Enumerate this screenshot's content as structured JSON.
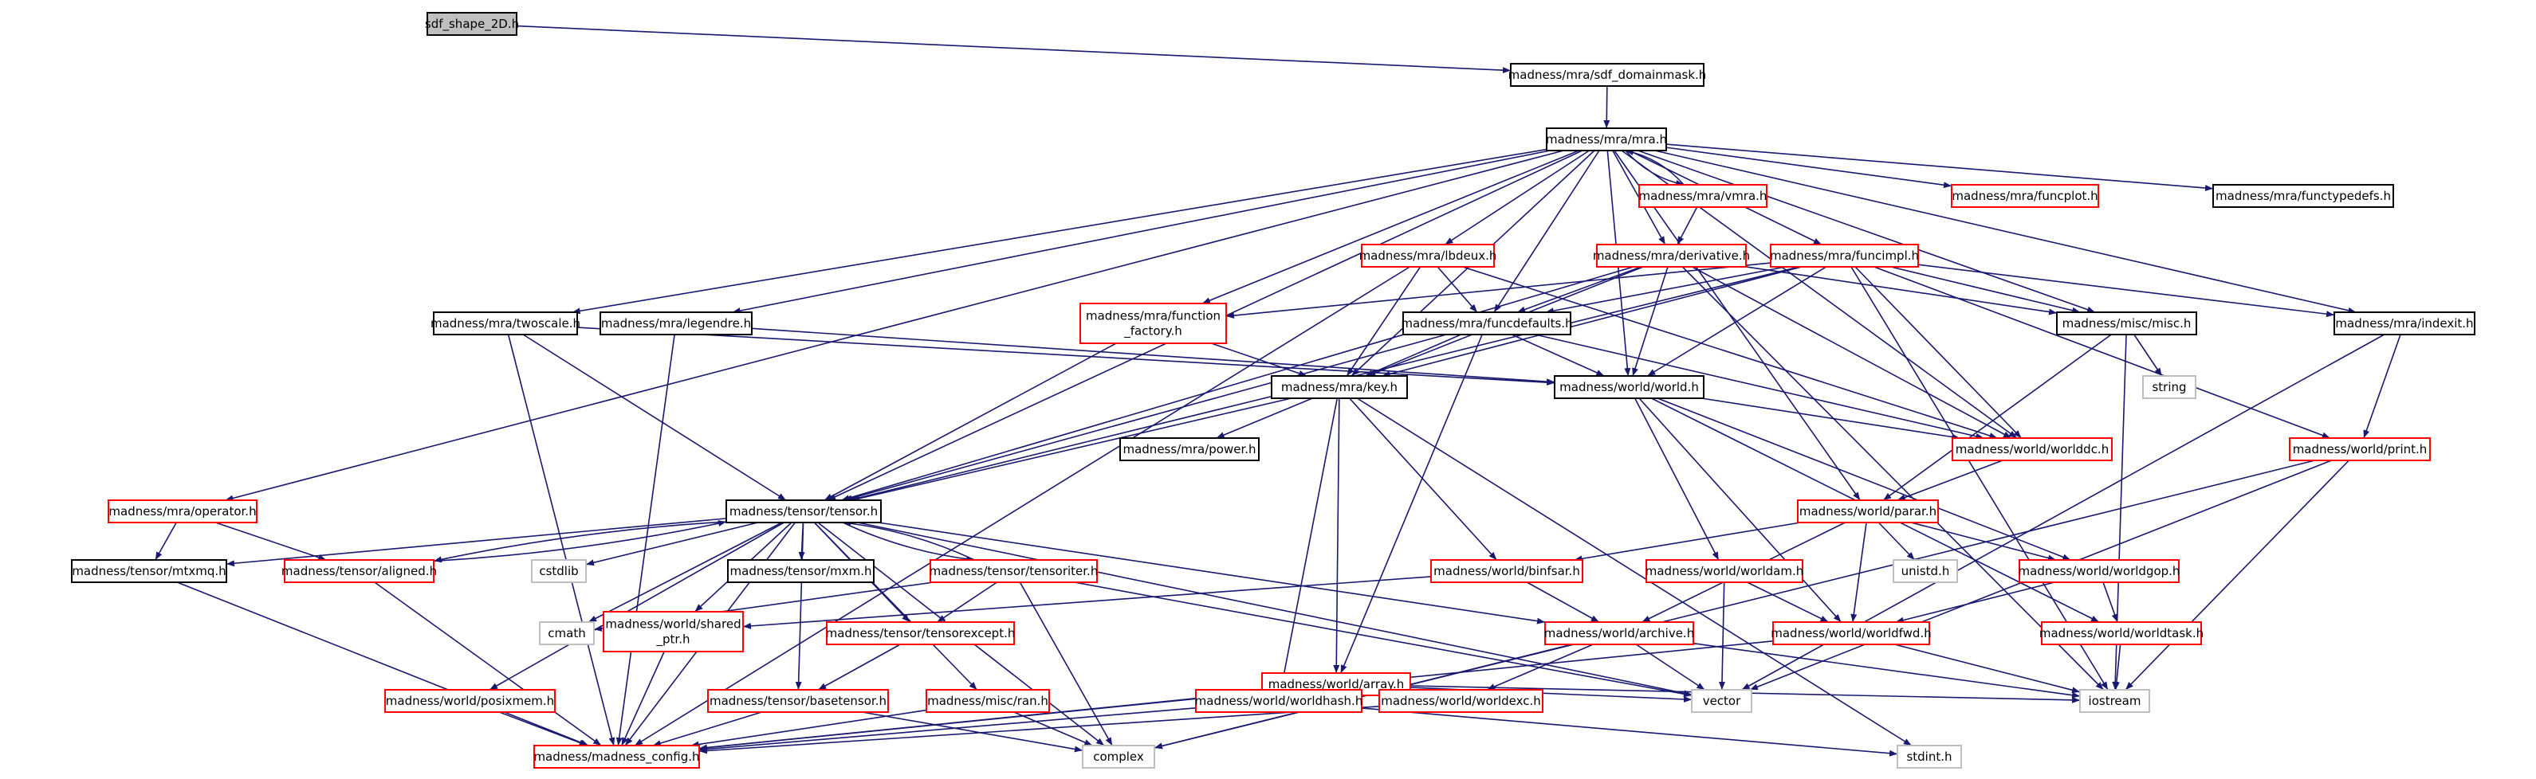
{
  "diagram": {
    "type": "include-dependency-graph",
    "colors": {
      "edge": "#191970",
      "documented_border": "#000000",
      "undocumented_border": "#ff0000",
      "external_border": "#bfbfbf",
      "root_fill": "#bfbfbf"
    },
    "nodes": [
      {
        "id": "sdf",
        "lines": [
          "sdf_shape_2D.h"
        ],
        "kind": "root"
      },
      {
        "id": "domainmask",
        "lines": [
          "madness/mra/sdf_domainmask.h"
        ],
        "kind": "black"
      },
      {
        "id": "mra",
        "lines": [
          "madness/mra/mra.h"
        ],
        "kind": "black"
      },
      {
        "id": "vmra",
        "lines": [
          "madness/mra/vmra.h"
        ],
        "kind": "red"
      },
      {
        "id": "funcplot",
        "lines": [
          "madness/mra/funcplot.h"
        ],
        "kind": "red"
      },
      {
        "id": "functypedefs",
        "lines": [
          "madness/mra/functypedefs.h"
        ],
        "kind": "black"
      },
      {
        "id": "lbdeux",
        "lines": [
          "madness/mra/lbdeux.h"
        ],
        "kind": "red"
      },
      {
        "id": "derivative",
        "lines": [
          "madness/mra/derivative.h"
        ],
        "kind": "red"
      },
      {
        "id": "funcimpl",
        "lines": [
          "madness/mra/funcimpl.h"
        ],
        "kind": "red"
      },
      {
        "id": "twoscale",
        "lines": [
          "madness/mra/twoscale.h"
        ],
        "kind": "black"
      },
      {
        "id": "legendre",
        "lines": [
          "madness/mra/legendre.h"
        ],
        "kind": "black"
      },
      {
        "id": "funcfactory",
        "lines": [
          "madness/mra/function",
          "_factory.h"
        ],
        "kind": "red"
      },
      {
        "id": "funcdefaults",
        "lines": [
          "madness/mra/funcdefaults.h"
        ],
        "kind": "black"
      },
      {
        "id": "miscmisc",
        "lines": [
          "madness/misc/misc.h"
        ],
        "kind": "black"
      },
      {
        "id": "indexit",
        "lines": [
          "madness/mra/indexit.h"
        ],
        "kind": "black"
      },
      {
        "id": "key",
        "lines": [
          "madness/mra/key.h"
        ],
        "kind": "black"
      },
      {
        "id": "world",
        "lines": [
          "madness/world/world.h"
        ],
        "kind": "black"
      },
      {
        "id": "string",
        "lines": [
          "string"
        ],
        "kind": "gray"
      },
      {
        "id": "worlddc",
        "lines": [
          "madness/world/worlddc.h"
        ],
        "kind": "red"
      },
      {
        "id": "print",
        "lines": [
          "madness/world/print.h"
        ],
        "kind": "red"
      },
      {
        "id": "power",
        "lines": [
          "madness/mra/power.h"
        ],
        "kind": "black"
      },
      {
        "id": "operator",
        "lines": [
          "madness/mra/operator.h"
        ],
        "kind": "red"
      },
      {
        "id": "tensor",
        "lines": [
          "madness/tensor/tensor.h"
        ],
        "kind": "black"
      },
      {
        "id": "parar",
        "lines": [
          "madness/world/parar.h"
        ],
        "kind": "red"
      },
      {
        "id": "mtxmq",
        "lines": [
          "madness/tensor/mtxmq.h"
        ],
        "kind": "black"
      },
      {
        "id": "aligned",
        "lines": [
          "madness/tensor/aligned.h"
        ],
        "kind": "red"
      },
      {
        "id": "cstdlib",
        "lines": [
          "cstdlib"
        ],
        "kind": "gray"
      },
      {
        "id": "mxm",
        "lines": [
          "madness/tensor/mxm.h"
        ],
        "kind": "black"
      },
      {
        "id": "tensoriter",
        "lines": [
          "madness/tensor/tensoriter.h"
        ],
        "kind": "red"
      },
      {
        "id": "binfsar",
        "lines": [
          "madness/world/binfsar.h"
        ],
        "kind": "red"
      },
      {
        "id": "worldam",
        "lines": [
          "madness/world/worldam.h"
        ],
        "kind": "red"
      },
      {
        "id": "unistd",
        "lines": [
          "unistd.h"
        ],
        "kind": "gray"
      },
      {
        "id": "worldgop",
        "lines": [
          "madness/world/worldgop.h"
        ],
        "kind": "red"
      },
      {
        "id": "cmath",
        "lines": [
          "cmath"
        ],
        "kind": "gray"
      },
      {
        "id": "sharedptr",
        "lines": [
          "madness/world/shared",
          "_ptr.h"
        ],
        "kind": "red"
      },
      {
        "id": "tensorexcept",
        "lines": [
          "madness/tensor/tensorexcept.h"
        ],
        "kind": "red"
      },
      {
        "id": "archive",
        "lines": [
          "madness/world/archive.h"
        ],
        "kind": "red"
      },
      {
        "id": "worldfwd",
        "lines": [
          "madness/world/worldfwd.h"
        ],
        "kind": "red"
      },
      {
        "id": "worldtask",
        "lines": [
          "madness/world/worldtask.h"
        ],
        "kind": "red"
      },
      {
        "id": "array",
        "lines": [
          "madness/world/array.h"
        ],
        "kind": "red"
      },
      {
        "id": "posixmem",
        "lines": [
          "madness/world/posixmem.h"
        ],
        "kind": "red"
      },
      {
        "id": "basetensor",
        "lines": [
          "madness/tensor/basetensor.h"
        ],
        "kind": "red"
      },
      {
        "id": "ran",
        "lines": [
          "madness/misc/ran.h"
        ],
        "kind": "red"
      },
      {
        "id": "worldhash",
        "lines": [
          "madness/world/worldhash.h"
        ],
        "kind": "red"
      },
      {
        "id": "worldexc",
        "lines": [
          "madness/world/worldexc.h"
        ],
        "kind": "red"
      },
      {
        "id": "vector",
        "lines": [
          "vector"
        ],
        "kind": "gray"
      },
      {
        "id": "iostream",
        "lines": [
          "iostream"
        ],
        "kind": "gray"
      },
      {
        "id": "config",
        "lines": [
          "madness/madness_config.h"
        ],
        "kind": "red"
      },
      {
        "id": "complex",
        "lines": [
          "complex"
        ],
        "kind": "gray"
      },
      {
        "id": "stdint",
        "lines": [
          "stdint.h"
        ],
        "kind": "gray"
      }
    ],
    "edges": [
      [
        "sdf",
        "domainmask"
      ],
      [
        "domainmask",
        "mra"
      ],
      [
        "mra",
        "vmra"
      ],
      [
        "vmra",
        "mra"
      ],
      [
        "mra",
        "funcplot"
      ],
      [
        "mra",
        "functypedefs"
      ],
      [
        "mra",
        "lbdeux"
      ],
      [
        "mra",
        "derivative"
      ],
      [
        "mra",
        "funcimpl"
      ],
      [
        "mra",
        "twoscale"
      ],
      [
        "mra",
        "legendre"
      ],
      [
        "mra",
        "funcfactory"
      ],
      [
        "mra",
        "funcdefaults"
      ],
      [
        "mra",
        "miscmisc"
      ],
      [
        "mra",
        "indexit"
      ],
      [
        "mra",
        "key"
      ],
      [
        "mra",
        "world"
      ],
      [
        "mra",
        "worlddc"
      ],
      [
        "mra",
        "operator"
      ],
      [
        "mra",
        "tensor"
      ],
      [
        "mra",
        "parar"
      ],
      [
        "vmra",
        "derivative"
      ],
      [
        "lbdeux",
        "funcdefaults"
      ],
      [
        "lbdeux",
        "key"
      ],
      [
        "lbdeux",
        "worlddc"
      ],
      [
        "lbdeux",
        "config"
      ],
      [
        "derivative",
        "funcdefaults"
      ],
      [
        "derivative",
        "key"
      ],
      [
        "derivative",
        "world"
      ],
      [
        "derivative",
        "worlddc"
      ],
      [
        "derivative",
        "miscmisc"
      ],
      [
        "derivative",
        "tensor"
      ],
      [
        "derivative",
        "iostream"
      ],
      [
        "funcimpl",
        "funcfactory"
      ],
      [
        "funcimpl",
        "funcdefaults"
      ],
      [
        "funcimpl",
        "key"
      ],
      [
        "funcimpl",
        "world"
      ],
      [
        "funcimpl",
        "worlddc"
      ],
      [
        "funcimpl",
        "miscmisc"
      ],
      [
        "funcimpl",
        "indexit"
      ],
      [
        "funcimpl",
        "print"
      ],
      [
        "funcimpl",
        "tensor"
      ],
      [
        "funcimpl",
        "iostream"
      ],
      [
        "twoscale",
        "tensor"
      ],
      [
        "twoscale",
        "world"
      ],
      [
        "twoscale",
        "config"
      ],
      [
        "legendre",
        "world"
      ],
      [
        "legendre",
        "config"
      ],
      [
        "funcfactory",
        "key"
      ],
      [
        "funcfactory",
        "tensor"
      ],
      [
        "funcdefaults",
        "key"
      ],
      [
        "funcdefaults",
        "world"
      ],
      [
        "funcdefaults",
        "worlddc"
      ],
      [
        "funcdefaults",
        "tensor"
      ],
      [
        "funcdefaults",
        "array"
      ],
      [
        "miscmisc",
        "string"
      ],
      [
        "miscmisc",
        "parar"
      ],
      [
        "miscmisc",
        "iostream"
      ],
      [
        "indexit",
        "print"
      ],
      [
        "indexit",
        "vector"
      ],
      [
        "key",
        "power"
      ],
      [
        "key",
        "tensor"
      ],
      [
        "key",
        "binfsar"
      ],
      [
        "key",
        "array"
      ],
      [
        "key",
        "worldhash"
      ],
      [
        "key",
        "stdint"
      ],
      [
        "world",
        "worldam"
      ],
      [
        "world",
        "worldgop"
      ],
      [
        "world",
        "worldfwd"
      ],
      [
        "world",
        "worldtask"
      ],
      [
        "world",
        "worlddc"
      ],
      [
        "worlddc",
        "parar"
      ],
      [
        "print",
        "iostream"
      ],
      [
        "print",
        "vector"
      ],
      [
        "print",
        "complex"
      ],
      [
        "operator",
        "mtxmq"
      ],
      [
        "operator",
        "aligned"
      ],
      [
        "tensor",
        "mtxmq"
      ],
      [
        "tensor",
        "aligned"
      ],
      [
        "aligned",
        "tensor"
      ],
      [
        "tensor",
        "cstdlib"
      ],
      [
        "tensor",
        "mxm"
      ],
      [
        "tensor",
        "tensoriter"
      ],
      [
        "tensoriter",
        "tensor"
      ],
      [
        "tensor",
        "cmath"
      ],
      [
        "tensor",
        "sharedptr"
      ],
      [
        "tensor",
        "tensorexcept"
      ],
      [
        "tensor",
        "basetensor"
      ],
      [
        "tensor",
        "posixmem"
      ],
      [
        "tensor",
        "ran"
      ],
      [
        "tensor",
        "archive"
      ],
      [
        "tensor",
        "vector"
      ],
      [
        "tensor",
        "complex"
      ],
      [
        "tensor",
        "config"
      ],
      [
        "mtxmq",
        "config"
      ],
      [
        "aligned",
        "config"
      ],
      [
        "tensoriter",
        "tensorexcept"
      ],
      [
        "tensoriter",
        "cmath"
      ],
      [
        "tensoriter",
        "complex"
      ],
      [
        "tensoriter",
        "vector"
      ],
      [
        "parar",
        "binfsar"
      ],
      [
        "parar",
        "archive"
      ],
      [
        "parar",
        "unistd"
      ],
      [
        "parar",
        "worldgop"
      ],
      [
        "parar",
        "worldfwd"
      ],
      [
        "binfsar",
        "archive"
      ],
      [
        "binfsar",
        "sharedptr"
      ],
      [
        "worldam",
        "worldfwd"
      ],
      [
        "worldam",
        "vector"
      ],
      [
        "worldgop",
        "worldfwd"
      ],
      [
        "worldgop",
        "worldtask"
      ],
      [
        "sharedptr",
        "config"
      ],
      [
        "tensorexcept",
        "basetensor"
      ],
      [
        "archive",
        "vector"
      ],
      [
        "archive",
        "iostream"
      ],
      [
        "archive",
        "worldexc"
      ],
      [
        "archive",
        "complex"
      ],
      [
        "worldfwd",
        "iostream"
      ],
      [
        "worldfwd",
        "config"
      ],
      [
        "worldtask",
        "iostream"
      ],
      [
        "array",
        "vector"
      ],
      [
        "array",
        "worldhash"
      ],
      [
        "array",
        "worldexc"
      ],
      [
        "array",
        "config"
      ],
      [
        "array",
        "iostream"
      ],
      [
        "posixmem",
        "config"
      ],
      [
        "basetensor",
        "config"
      ],
      [
        "basetensor",
        "complex"
      ],
      [
        "ran",
        "config"
      ],
      [
        "ran",
        "complex"
      ],
      [
        "worldhash",
        "config"
      ],
      [
        "worldhash",
        "stdint"
      ],
      [
        "worldexc",
        "config"
      ]
    ]
  }
}
